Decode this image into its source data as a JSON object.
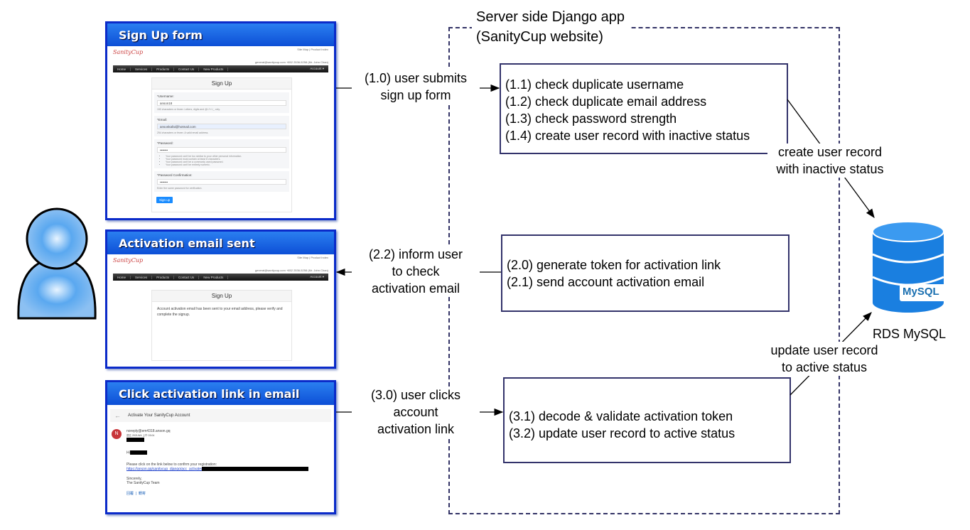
{
  "server": {
    "title_line1": "Server side Django app",
    "title_line2": "(SanityCup website)"
  },
  "panels": {
    "signup": {
      "title": "Sign Up form",
      "site": {
        "logo": "SanityCup",
        "toplinks": "Site Map | Product Index",
        "contact": "general@sanitycup.com  +852 2536-5258 (Mr. John Chan)",
        "nav": [
          "Home",
          "Services",
          "Products",
          "Contact Us",
          "New Products"
        ],
        "account": "Account ▾"
      },
      "card_title": "Sign Up",
      "username_label": "*Username:",
      "username_value": "anson18",
      "username_hint": "150 characters or fewer. Letters, digits and @/./+/-/_ only.",
      "email_label": "*Email:",
      "email_value": "ansonkafai@hotmail.com",
      "email_hint": "254 characters or fewer. A valid email address.",
      "password_label": "*Password:",
      "password_value": "•••••••",
      "password_rules": [
        "Your password can't be too similar to your other personal information.",
        "Your password must contain at least 8 characters.",
        "Your password can't be a commonly used password.",
        "Your password can't be entirely numeric."
      ],
      "confirm_label": "*Password Confirmation:",
      "confirm_value": "•••••••",
      "confirm_hint": "Enter the same password for verification.",
      "submit": "Sign up"
    },
    "sent": {
      "title": "Activation email sent",
      "card_title": "Sign Up",
      "message": "Account activation email has been sent to your email address, please verify and complete the signup."
    },
    "email": {
      "title": "Click activation link in email",
      "subject": "Activate Your SanityCup Account",
      "avatar": "N",
      "sender": "noreply@em4318.anson.gq",
      "date": "週五 2021/6/4 上午 03:04",
      "greeting": "Hi",
      "body": "Please click on the link below to confirm your registration:",
      "link": "https://anson.gq/sanitycup_django/acc_activate/",
      "signoff1": "Sincerely,",
      "signoff2": "The SanityCup Team",
      "reply": "回覆",
      "forward": "轉寄"
    }
  },
  "steps": {
    "box1": [
      "(1.1) check duplicate username",
      "(1.2) check duplicate email address",
      "(1.3) check password strength",
      "(1.4) create user record with inactive status"
    ],
    "box2": [
      "(2.0) generate token for activation link",
      "(2.1) send account activation email"
    ],
    "box3": [
      "(3.1) decode & validate activation token",
      "(3.2) update user record to active status"
    ]
  },
  "arrows": {
    "a1": [
      "(1.0) user submits",
      "sign up form"
    ],
    "a2": [
      "(2.2) inform user",
      "to check",
      "activation email"
    ],
    "a3": [
      "(3.0) user clicks",
      "account",
      "activation link"
    ],
    "db_create": [
      "create user record",
      "with inactive status"
    ],
    "db_update": [
      "update user record",
      "to active status"
    ]
  },
  "database": {
    "brand": "MySQL",
    "label": "RDS MySQL",
    "color": "#1a7fe0"
  },
  "colors": {
    "panel_border": "#0b2bc9",
    "box_border": "#33336b"
  }
}
